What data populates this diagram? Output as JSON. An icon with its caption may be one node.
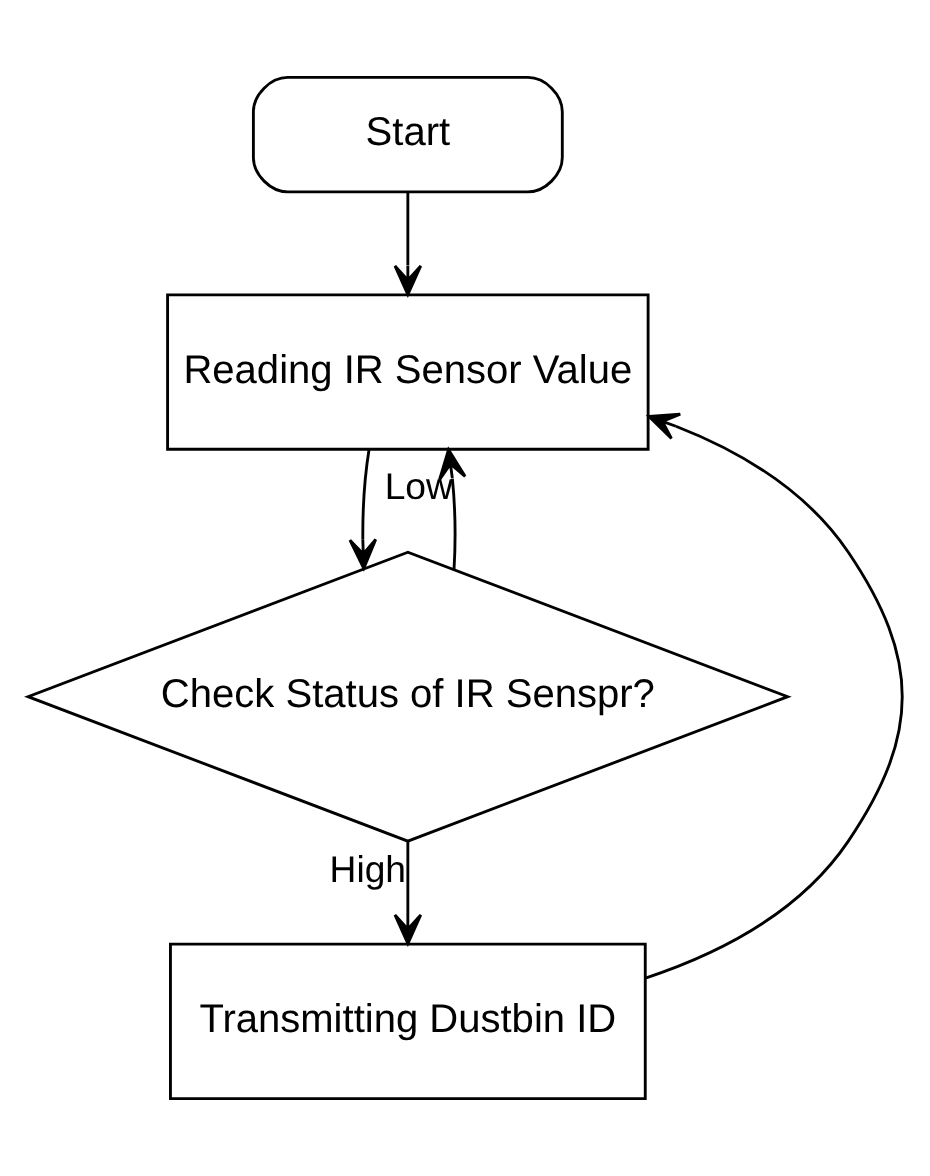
{
  "diagram": {
    "nodes": [
      {
        "text": [
          "Start"
        ]
      },
      {
        "text": [
          "Reading IR Sensor Value"
        ]
      },
      {
        "text": [
          "Check Status of IR Senspr?"
        ]
      },
      {
        "text": [
          "Transmitting Dustbin ID"
        ]
      }
    ],
    "edges": [
      {
        "from": 0,
        "to": 1,
        "arrow": "to"
      },
      {
        "from": 1,
        "to": 2,
        "arrow": "to"
      },
      {
        "from": 2,
        "to": 1,
        "arrow": "to",
        "label": "Low"
      },
      {
        "from": 2,
        "to": 3,
        "arrow": "to",
        "label": "High"
      },
      {
        "from": 3,
        "to": 1,
        "arrow": "to"
      }
    ]
  }
}
